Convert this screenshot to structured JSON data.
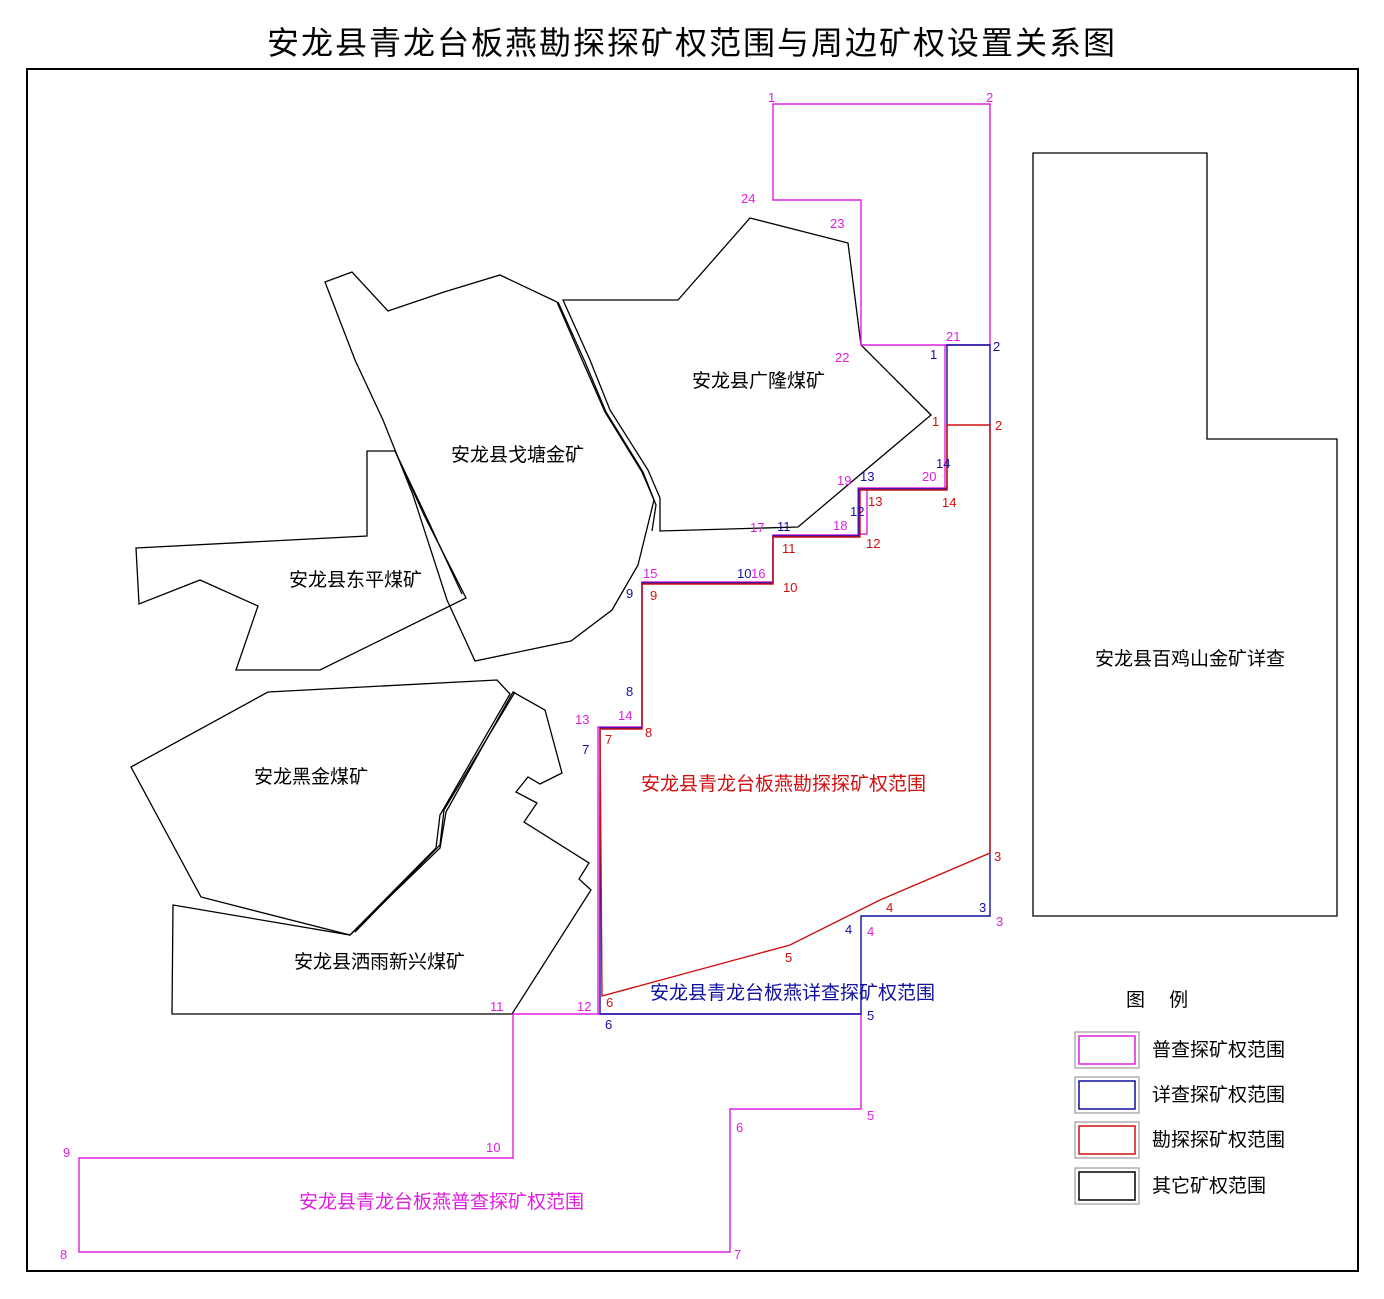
{
  "title": "安龙县青龙台板燕勘探探矿权范围与周边矿权设置关系图",
  "colors": {
    "putong": "#e020e0",
    "xiangcha": "#1010a0",
    "kantan": "#d01010",
    "other": "#000000"
  },
  "areas": {
    "guanglong": "安龙县广隆煤矿",
    "getang": "安龙县戈塘金矿",
    "dongping": "安龙县东平煤矿",
    "heijin": "安龙黑金煤矿",
    "saiyu": "安龙县洒雨新兴煤矿",
    "baijishan": "安龙县百鸡山金矿详查",
    "kantan": "安龙县青龙台板燕勘探探矿权范围",
    "xiangcha": "安龙县青龙台板燕详查探矿权范围",
    "putong": "安龙县青龙台板燕普查探矿权范围"
  },
  "legend": {
    "title": "图    例",
    "items": [
      {
        "label": "普查探矿权范围",
        "color": "#e020e0"
      },
      {
        "label": "详查探矿权范围",
        "color": "#1010a0"
      },
      {
        "label": "勘探探矿权范围",
        "color": "#d01010"
      },
      {
        "label": "其它矿权范围",
        "color": "#000000"
      }
    ]
  },
  "points": {
    "putong": [
      "1",
      "2",
      "24",
      "23",
      "21",
      "22",
      "19",
      "20",
      "18",
      "17",
      "15",
      "16",
      "14",
      "13",
      "12",
      "11",
      "10",
      "9",
      "8",
      "7",
      "6",
      "5",
      "4",
      "3"
    ],
    "xiangcha": [
      "1",
      "2",
      "14",
      "13",
      "12",
      "11",
      "10",
      "9",
      "8",
      "7",
      "6",
      "5",
      "4",
      "3"
    ],
    "kantan": [
      "1",
      "2",
      "14",
      "13",
      "12",
      "11",
      "10",
      "9",
      "8",
      "7",
      "6",
      "5",
      "4",
      "3"
    ]
  }
}
